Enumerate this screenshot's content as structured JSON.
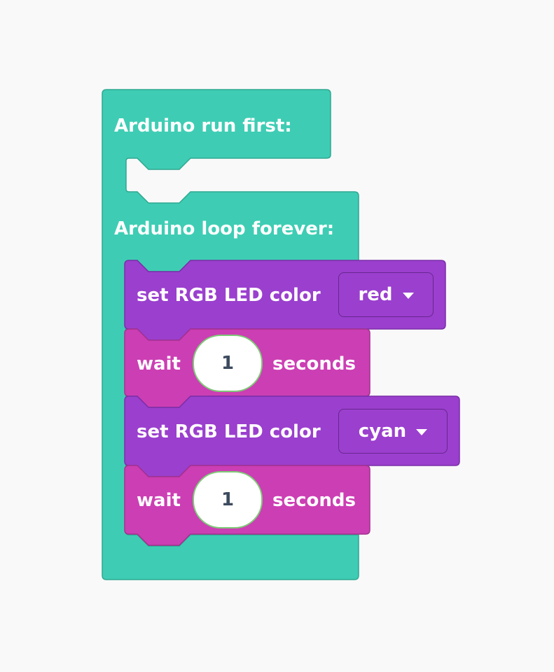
{
  "colors": {
    "workspace_bg": "#f9f9f9",
    "event_block": "#3ecdb4",
    "event_block_border": "#2ea891",
    "led_block": "#9b3fce",
    "led_block_border": "#7a2ea8",
    "wait_block": "#cc3eb4",
    "wait_block_border": "#a3318f",
    "input_text": "#3d4b5f",
    "input_border": "#7fc977"
  },
  "blocks": {
    "run_first": {
      "label": "Arduino run first:"
    },
    "loop_forever": {
      "label": "Arduino loop forever:"
    },
    "statements": [
      {
        "type": "set_rgb_led",
        "label": "set RGB LED color",
        "color_value": "red"
      },
      {
        "type": "wait",
        "prefix": "wait",
        "value": "1",
        "suffix": "seconds"
      },
      {
        "type": "set_rgb_led",
        "label": "set RGB LED color",
        "color_value": "cyan"
      },
      {
        "type": "wait",
        "prefix": "wait",
        "value": "1",
        "suffix": "seconds"
      }
    ]
  }
}
